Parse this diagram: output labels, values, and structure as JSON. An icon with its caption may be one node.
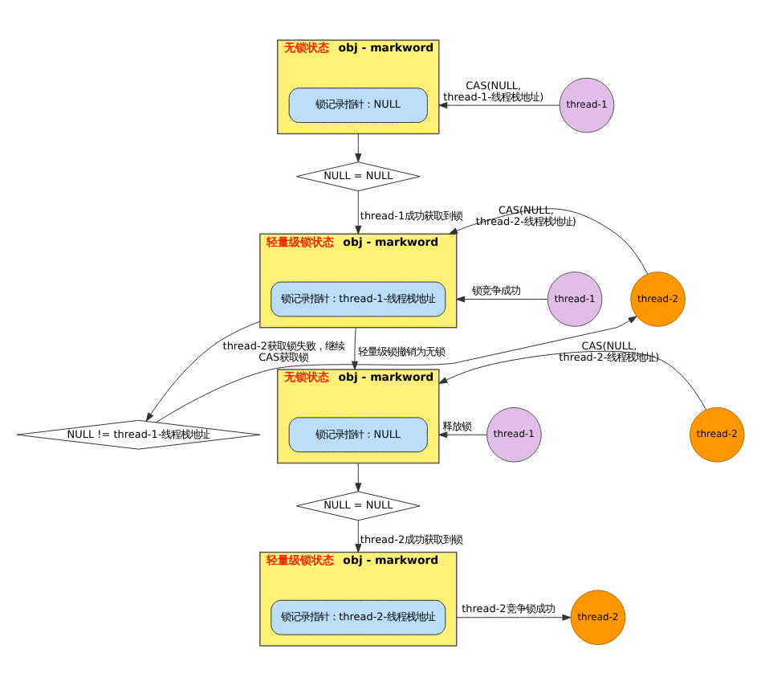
{
  "diagram": {
    "nodes": [
      {
        "text": [
          "无锁状态",
          "obj - markword"
        ]
      },
      {
        "text": [
          "锁记录指针：NULL"
        ],
        "in": 0
      },
      {
        "text": [
          "thread-1"
        ]
      },
      {
        "text": [
          "NULL = NULL"
        ]
      },
      {
        "text": [
          "轻量级锁状态",
          "obj - markword"
        ]
      },
      {
        "text": [
          "锁记录指针：thread-1-线程栈地址"
        ],
        "in": 4
      },
      {
        "text": [
          "thread-1"
        ]
      },
      {
        "text": [
          "thread-2"
        ]
      },
      {
        "text": [
          "NULL != thread-1-线程栈地址"
        ]
      },
      {
        "text": [
          "无锁状态",
          "obj - markword"
        ]
      },
      {
        "text": [
          "锁记录指针：NULL"
        ],
        "in": 9
      },
      {
        "text": [
          "thread-1"
        ]
      },
      {
        "text": [
          "thread-2"
        ]
      },
      {
        "text": [
          "NULL = NULL"
        ]
      },
      {
        "text": [
          "轻量级锁状态",
          "obj - markword"
        ]
      },
      {
        "text": [
          "锁记录指针：thread-2-线程栈地址"
        ],
        "in": 14
      },
      {
        "text": [
          "thread-2"
        ]
      }
    ],
    "edges": [
      {
        "from": 2,
        "to": 0,
        "arrow": "to",
        "label": "CAS(NULL, thread-1-线程栈地址)"
      },
      {
        "from": 0,
        "to": 3,
        "arrow": "to"
      },
      {
        "from": 3,
        "to": 4,
        "arrow": "to",
        "label": "thread-1成功获取到锁"
      },
      {
        "from": 6,
        "to": 4,
        "arrow": "to",
        "label": "锁竞争成功"
      },
      {
        "from": 7,
        "to": 4,
        "arrow": "to",
        "label": "CAS(NULL, thread-2-线程栈地址)"
      },
      {
        "from": 4,
        "to": 8,
        "arrow": "to",
        "label": "thread-2获取锁失败，继续CAS获取锁"
      },
      {
        "from": 8,
        "to": 7,
        "arrow": "to"
      },
      {
        "from": 4,
        "to": 9,
        "arrow": "to",
        "label": "轻量级锁撤销为无锁"
      },
      {
        "from": 11,
        "to": 9,
        "arrow": "to",
        "label": "释放锁"
      },
      {
        "from": 12,
        "to": 9,
        "arrow": "to",
        "label": "CAS(NULL, thread-2-线程栈地址)"
      },
      {
        "from": 9,
        "to": 13,
        "arrow": "to"
      },
      {
        "from": 13,
        "to": 14,
        "arrow": "to",
        "label": "thread-2成功获取到锁"
      },
      {
        "from": 14,
        "to": 16,
        "arrow": "to",
        "label": "thread-2竞争锁成功"
      }
    ]
  }
}
